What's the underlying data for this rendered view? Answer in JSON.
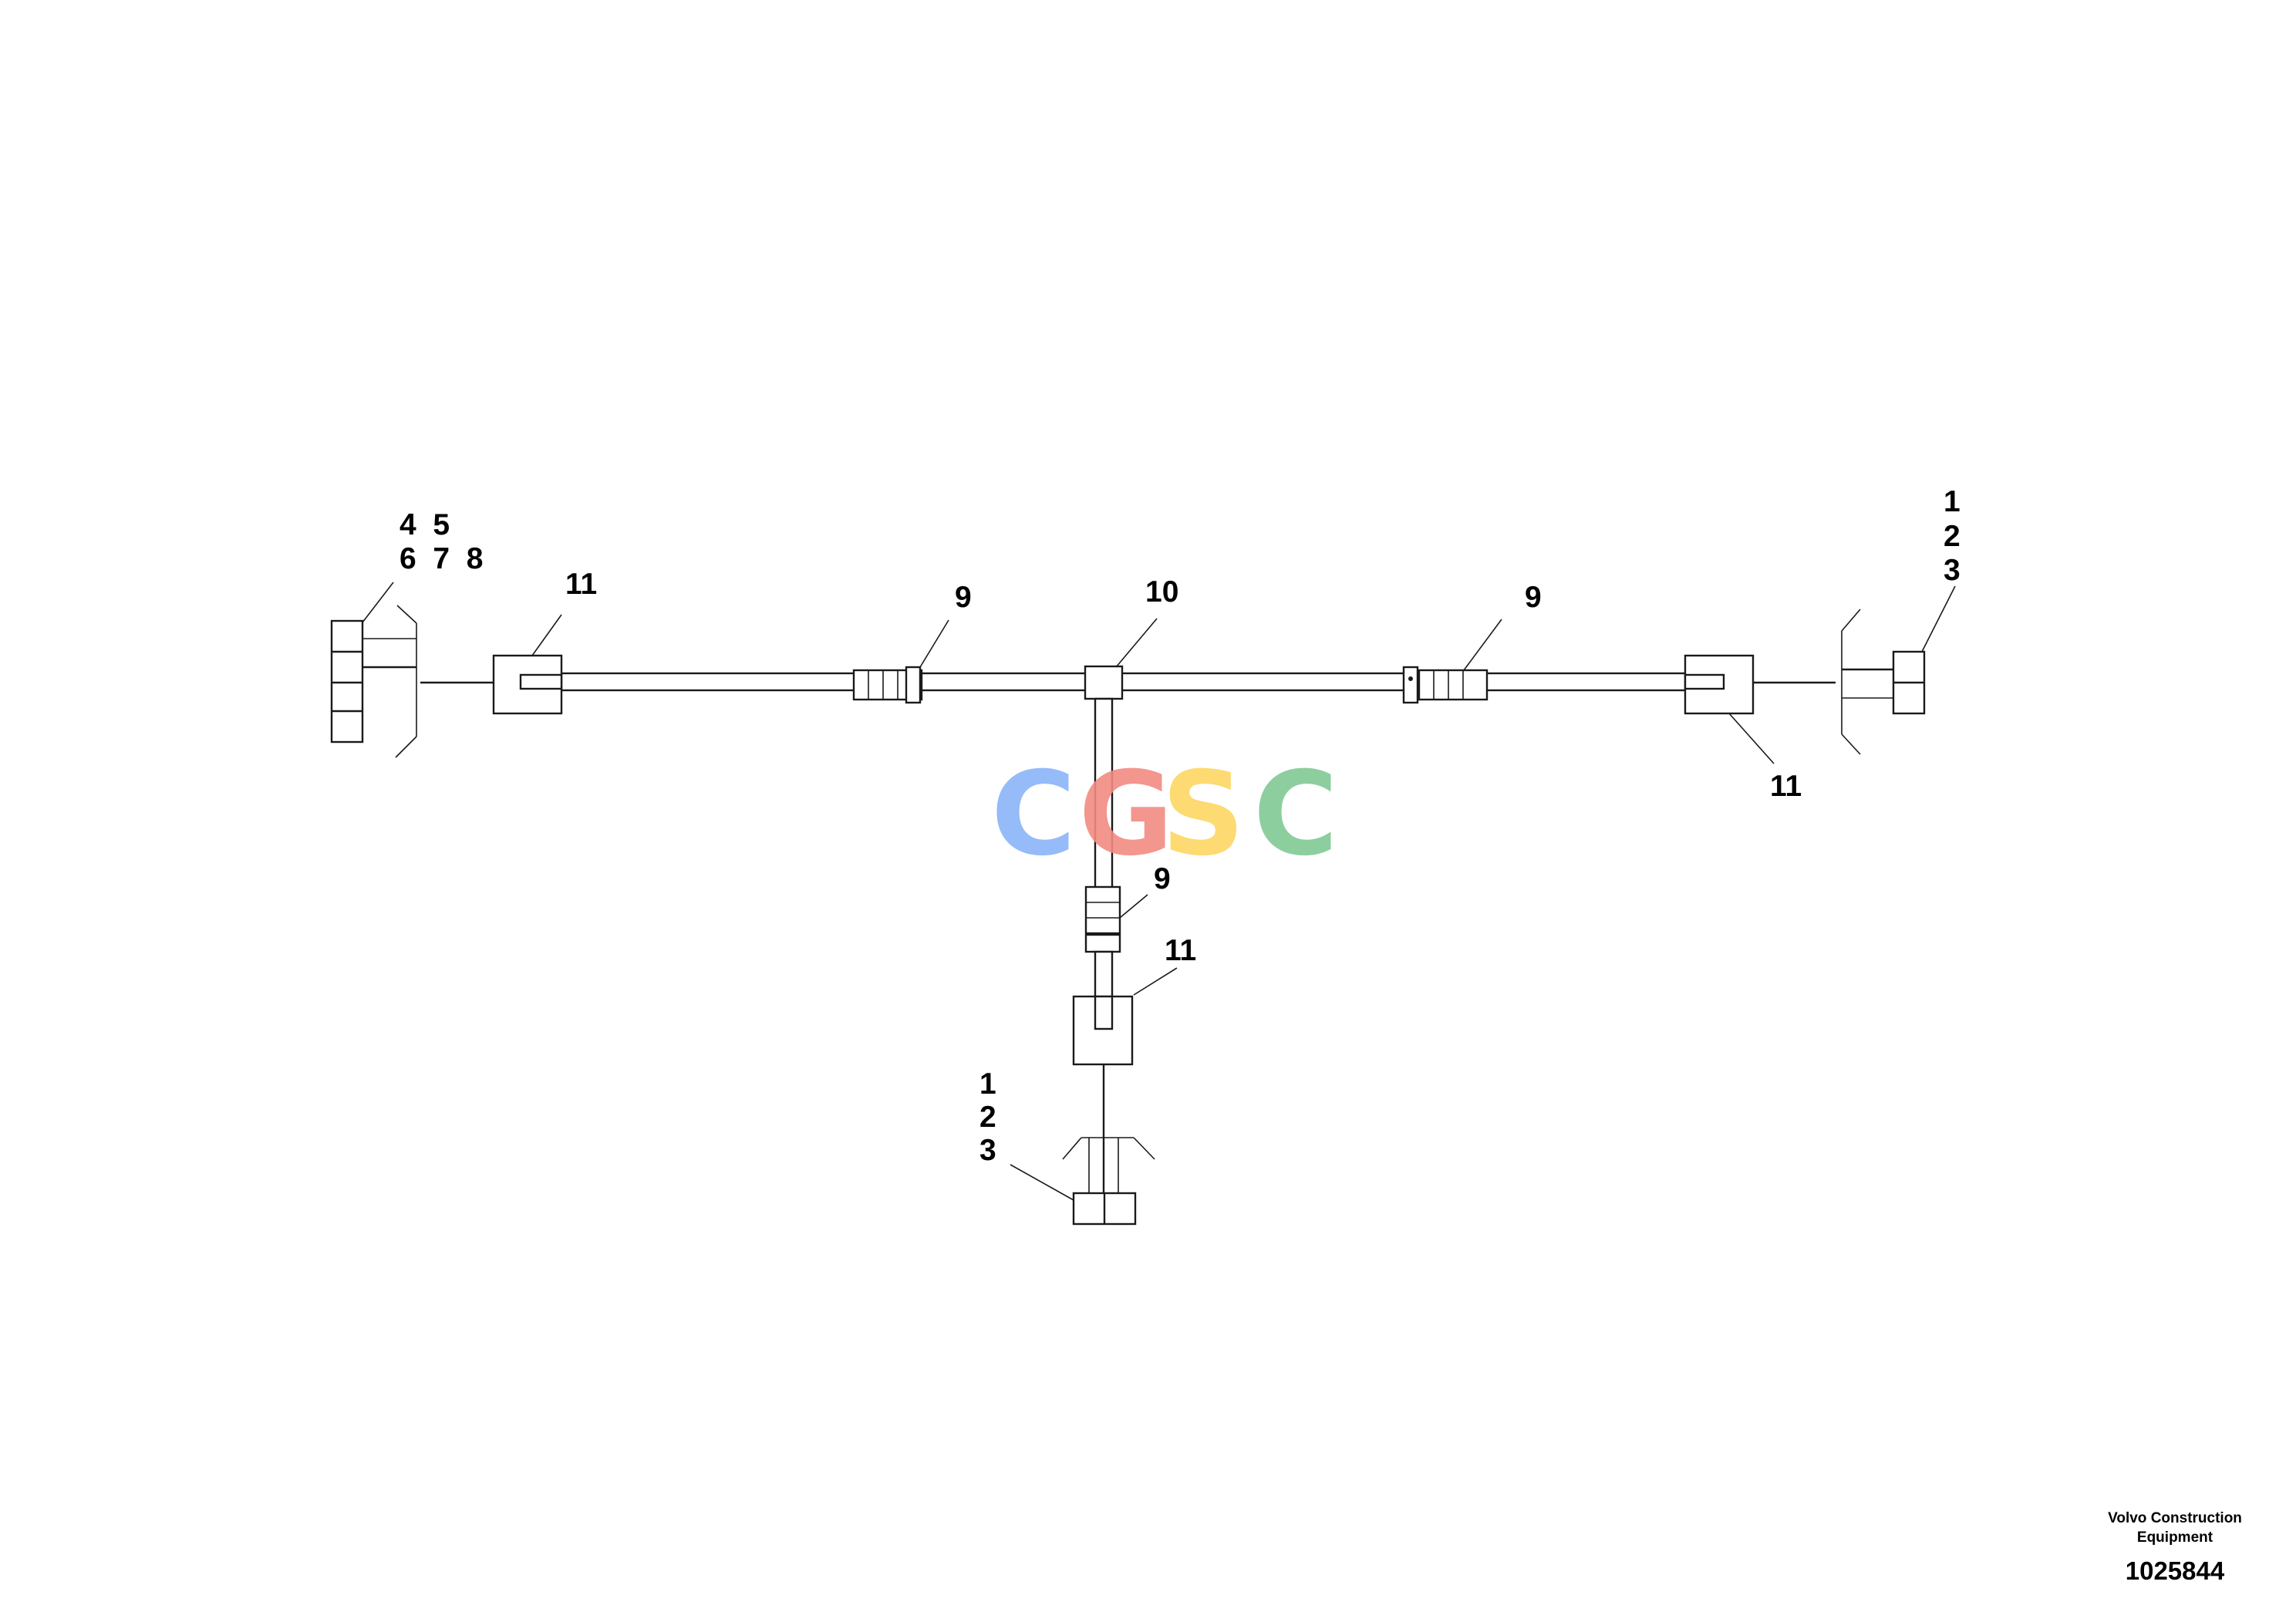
{
  "diagram": {
    "callouts": {
      "left_group_row1": "4  5",
      "left_group_row2": "6  7  8",
      "right_group": [
        "1",
        "2",
        "3"
      ],
      "bottom_group": [
        "1",
        "2",
        "3"
      ],
      "item_11_left": "11",
      "item_11_right": "11",
      "item_11_bottom": "11",
      "item_9_left": "9",
      "item_9_right": "9",
      "item_9_bottom": "9",
      "item_10": "10"
    },
    "watermark": {
      "letters": [
        "C",
        "G",
        "S",
        "C"
      ],
      "colors": [
        "#8ab4f8",
        "#f28b82",
        "#fdd663",
        "#81c995"
      ]
    }
  },
  "footer": {
    "company_line1": "Volvo Construction",
    "company_line2": "Equipment",
    "document_number": "1025844"
  }
}
